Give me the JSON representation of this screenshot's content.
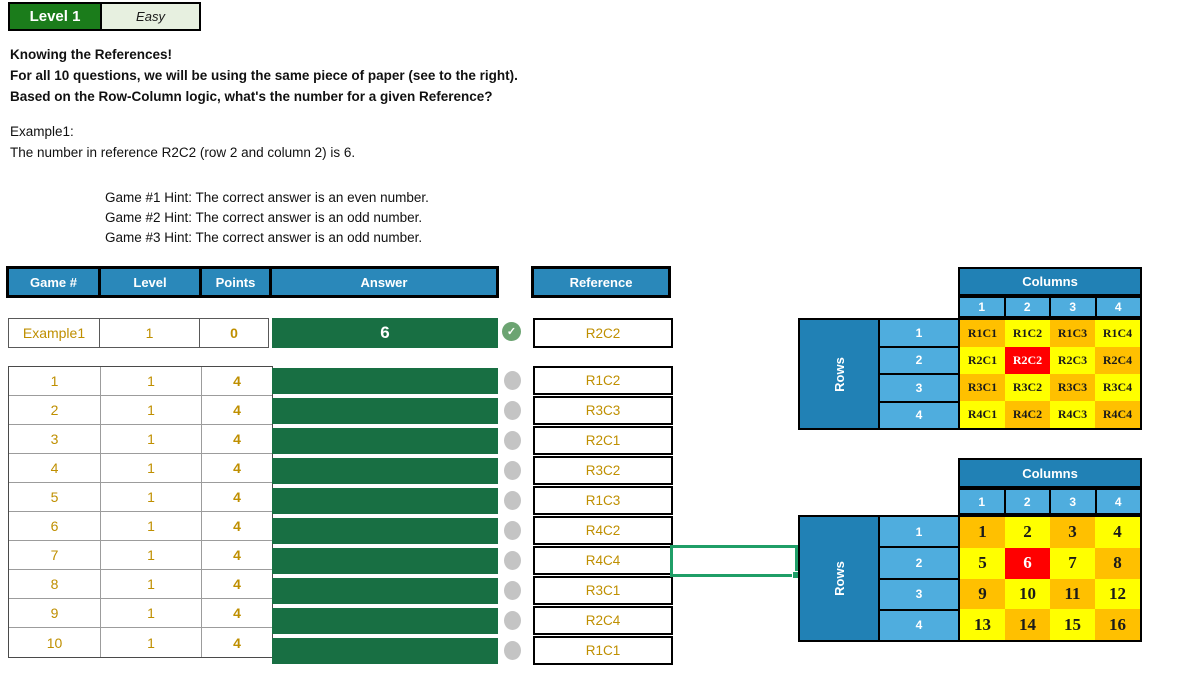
{
  "badge": {
    "level": "Level 1",
    "difficulty": "Easy"
  },
  "intro": {
    "title": "Knowing the References!",
    "line2": "For all 10 questions, we will be using the same piece of paper (see to the right).",
    "line3": "Based on the Row-Column logic, what's the number for a given Reference?"
  },
  "example_block": {
    "label": "Example1:",
    "text": "The number in reference R2C2 (row 2 and column 2) is 6."
  },
  "hints": [
    "Game #1 Hint: The correct answer is an even number.",
    "Game #2 Hint: The correct answer is an odd number.",
    "Game #3 Hint: The correct answer is an odd number."
  ],
  "table": {
    "headers": {
      "game": "Game #",
      "level": "Level",
      "points": "Points",
      "answer": "Answer",
      "reference": "Reference"
    },
    "example_row": {
      "game": "Example1",
      "level": "1",
      "points": "0",
      "answer": "6",
      "reference": "R2C2",
      "status_icon": "check-icon",
      "check_glyph": "✓"
    },
    "rows": [
      {
        "game": "1",
        "level": "1",
        "points": "4",
        "answer": "",
        "reference": "R1C2"
      },
      {
        "game": "2",
        "level": "1",
        "points": "4",
        "answer": "",
        "reference": "R3C3"
      },
      {
        "game": "3",
        "level": "1",
        "points": "4",
        "answer": "",
        "reference": "R2C1"
      },
      {
        "game": "4",
        "level": "1",
        "points": "4",
        "answer": "",
        "reference": "R3C2"
      },
      {
        "game": "5",
        "level": "1",
        "points": "4",
        "answer": "",
        "reference": "R1C3"
      },
      {
        "game": "6",
        "level": "1",
        "points": "4",
        "answer": "",
        "reference": "R4C2"
      },
      {
        "game": "7",
        "level": "1",
        "points": "4",
        "answer": "",
        "reference": "R4C4"
      },
      {
        "game": "8",
        "level": "1",
        "points": "4",
        "answer": "",
        "reference": "R3C1"
      },
      {
        "game": "9",
        "level": "1",
        "points": "4",
        "answer": "",
        "reference": "R2C4"
      },
      {
        "game": "10",
        "level": "1",
        "points": "4",
        "answer": "",
        "reference": "R1C1"
      }
    ]
  },
  "grids": {
    "reference_grid": {
      "columns_label": "Columns",
      "rows_label": "Rows",
      "col_headers": [
        "1",
        "2",
        "3",
        "4"
      ],
      "row_headers": [
        "1",
        "2",
        "3",
        "4"
      ],
      "cells": [
        [
          "R1C1",
          "R1C2",
          "R1C3",
          "R1C4"
        ],
        [
          "R2C1",
          "R2C2",
          "R2C3",
          "R2C4"
        ],
        [
          "R3C1",
          "R3C2",
          "R3C3",
          "R3C4"
        ],
        [
          "R4C1",
          "R4C2",
          "R4C3",
          "R4C4"
        ]
      ],
      "highlight": {
        "row": 2,
        "col": 2
      }
    },
    "number_grid": {
      "columns_label": "Columns",
      "rows_label": "Rows",
      "col_headers": [
        "1",
        "2",
        "3",
        "4"
      ],
      "row_headers": [
        "1",
        "2",
        "3",
        "4"
      ],
      "cells": [
        [
          "1",
          "2",
          "3",
          "4"
        ],
        [
          "5",
          "6",
          "7",
          "8"
        ],
        [
          "9",
          "10",
          "11",
          "12"
        ],
        [
          "13",
          "14",
          "15",
          "16"
        ]
      ],
      "highlight": {
        "row": 2,
        "col": 2
      }
    }
  },
  "colors": {
    "header_blue": "#2a88ba",
    "dark_blue": "#2181b5",
    "light_blue": "#4fadde",
    "orange": "#ffc000",
    "yellow": "#ffff00",
    "red": "#ff0000",
    "answer_green": "#186f43",
    "level_green": "#1b7c1b",
    "easy_bg": "#e7f0e0",
    "gold": "#bf8f00",
    "gray_circle": "#c4c4c4",
    "check_green": "#6ca472",
    "selection_green": "#1f9e67"
  }
}
